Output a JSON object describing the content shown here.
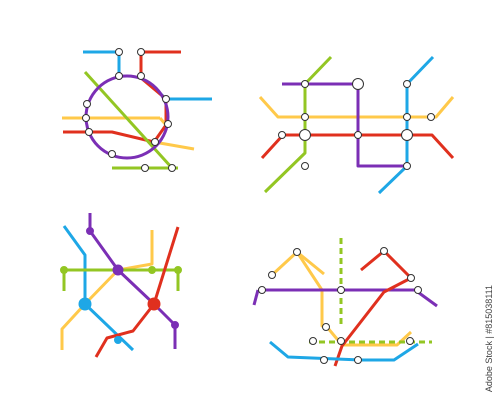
{
  "colors": {
    "blue": "#1ea7e6",
    "red": "#e0301e",
    "purple": "#7b2fb5",
    "yellow": "#ffc94a",
    "green": "#93c623",
    "station_stroke": "#333333",
    "station_fill": "#ffffff"
  },
  "maps": [
    {
      "name": "map-top-left",
      "icon": "circle-loop-metro-map"
    },
    {
      "name": "map-top-right",
      "icon": "grid-metro-map"
    },
    {
      "name": "map-bottom-left",
      "icon": "diagonal-metro-map"
    },
    {
      "name": "map-bottom-right",
      "icon": "loop-dashed-metro-map"
    }
  ],
  "watermark": {
    "label": "Adobe Stock | #815038111"
  }
}
